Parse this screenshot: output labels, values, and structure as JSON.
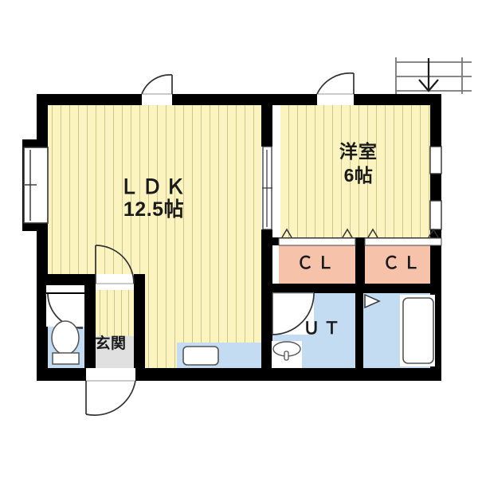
{
  "plan": {
    "title": "間取り図",
    "palette": {
      "wall": "#000000",
      "tatami_fill": "#fbf3c0",
      "tatami_stripe": "#cfc489",
      "closet_fill": "#f6c3aa",
      "water_fill": "#c3dcf2",
      "genkan_fill": "#e0e0e0",
      "fixture_fill": "#ffffff",
      "fixture_stroke": "#555555",
      "door_stroke": "#333333",
      "background": "#ffffff"
    },
    "rooms": [
      {
        "id": "ldk",
        "name": "LDK",
        "label": "ＬＤＫ",
        "area_label": "12.5帖",
        "floor": "tatami"
      },
      {
        "id": "washitsu",
        "name": "洋室",
        "label": "洋室",
        "area_label": "6帖",
        "floor": "tatami"
      },
      {
        "id": "closet1",
        "name": "CL",
        "label": "ＣＬ",
        "area_label": "",
        "floor": "closet"
      },
      {
        "id": "closet2",
        "name": "CL",
        "label": "ＣＬ",
        "area_label": "",
        "floor": "closet"
      },
      {
        "id": "ut",
        "name": "UT",
        "label": "ＵＴ",
        "area_label": "",
        "floor": "water"
      },
      {
        "id": "genkan",
        "name": "玄関",
        "label": "玄関",
        "area_label": "",
        "floor": "genkan"
      },
      {
        "id": "toilet",
        "name": "toilet",
        "label": "",
        "area_label": "",
        "floor": "water"
      },
      {
        "id": "bath",
        "name": "bath",
        "label": "",
        "area_label": "",
        "floor": "water"
      }
    ],
    "fixtures": [
      {
        "id": "toilet-bowl",
        "name": "toilet-fixture"
      },
      {
        "id": "kitchen-sink",
        "name": "kitchen-sink-fixture"
      },
      {
        "id": "wash-basin",
        "name": "wash-basin-fixture"
      },
      {
        "id": "bath-tub",
        "name": "bath-tub-fixture"
      }
    ],
    "openings": [
      {
        "id": "door-ldk-north",
        "name": "ldk-north-entry-door",
        "type": "swing-door"
      },
      {
        "id": "door-washitsu-north",
        "name": "washitsu-north-door",
        "type": "swing-door"
      },
      {
        "id": "door-ldk-hall",
        "name": "ldk-hall-door",
        "type": "swing-door"
      },
      {
        "id": "door-genkan",
        "name": "genkan-entrance-door",
        "type": "swing-door"
      },
      {
        "id": "door-toilet",
        "name": "toilet-door",
        "type": "swing-door"
      },
      {
        "id": "door-ut",
        "name": "ut-door",
        "type": "swing-door"
      },
      {
        "id": "door-bath",
        "name": "bath-door",
        "type": "folding-door"
      },
      {
        "id": "window-west-bay",
        "name": "west-bay-window",
        "type": "bay-window"
      },
      {
        "id": "window-east-upper",
        "name": "east-upper-window",
        "type": "window"
      },
      {
        "id": "window-east-lower",
        "name": "east-lower-window",
        "type": "window"
      },
      {
        "id": "closet-doors-1",
        "name": "closet-1-sliding-doors",
        "type": "closet-door"
      },
      {
        "id": "closet-doors-2",
        "name": "closet-2-sliding-doors",
        "type": "closet-door"
      },
      {
        "id": "stairs-down",
        "name": "stairs-down-symbol",
        "type": "stairs"
      }
    ]
  }
}
